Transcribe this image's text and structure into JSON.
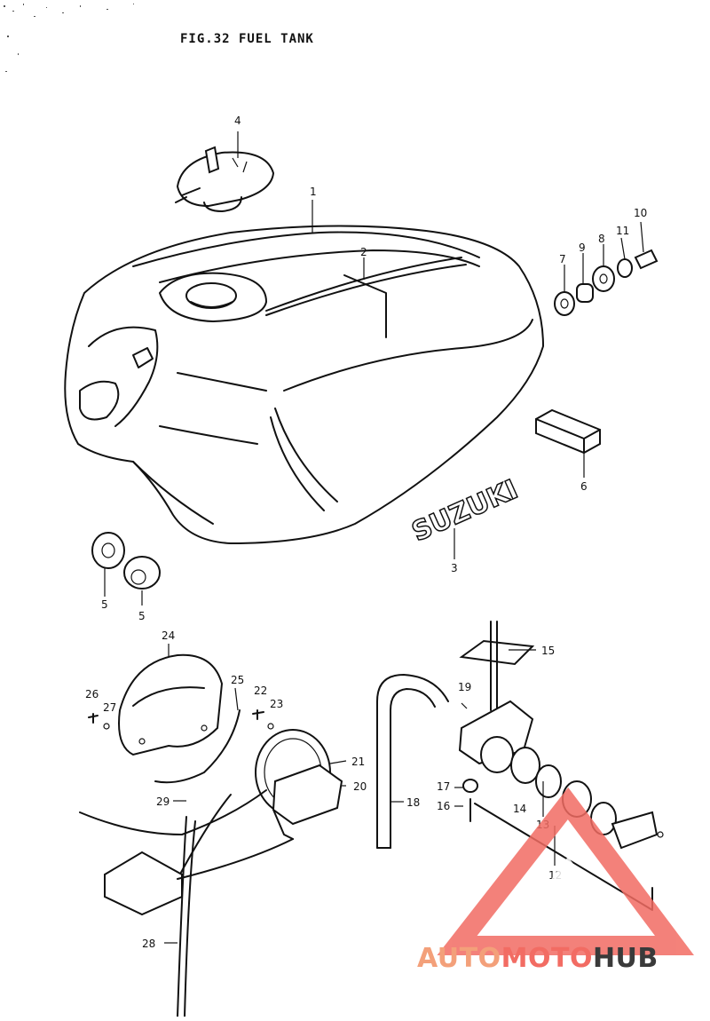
{
  "figure": {
    "title": "FIG.32 FUEL TANK"
  },
  "parts": [
    {
      "id": "p1",
      "label": "1"
    },
    {
      "id": "p2",
      "label": "2"
    },
    {
      "id": "p3",
      "label": "3"
    },
    {
      "id": "p4",
      "label": "4"
    },
    {
      "id": "p5a",
      "label": "5"
    },
    {
      "id": "p5b",
      "label": "5"
    },
    {
      "id": "p6",
      "label": "6"
    },
    {
      "id": "p7",
      "label": "7"
    },
    {
      "id": "p8",
      "label": "8"
    },
    {
      "id": "p9",
      "label": "9"
    },
    {
      "id": "p10",
      "label": "10"
    },
    {
      "id": "p11",
      "label": "11"
    },
    {
      "id": "p12",
      "label": "12"
    },
    {
      "id": "p13",
      "label": "13"
    },
    {
      "id": "p14",
      "label": "14"
    },
    {
      "id": "p15",
      "label": "15"
    },
    {
      "id": "p16",
      "label": "16"
    },
    {
      "id": "p17",
      "label": "17"
    },
    {
      "id": "p18",
      "label": "18"
    },
    {
      "id": "p19",
      "label": "19"
    },
    {
      "id": "p20",
      "label": "20"
    },
    {
      "id": "p21",
      "label": "21"
    },
    {
      "id": "p22",
      "label": "22"
    },
    {
      "id": "p23",
      "label": "23"
    },
    {
      "id": "p24",
      "label": "24"
    },
    {
      "id": "p25",
      "label": "25"
    },
    {
      "id": "p26",
      "label": "26"
    },
    {
      "id": "p27",
      "label": "27"
    },
    {
      "id": "p28",
      "label": "28"
    },
    {
      "id": "p29",
      "label": "29"
    }
  ],
  "emblem_text": "SUZUKI",
  "watermark": {
    "part1": "AUTO",
    "part2": "MOTO",
    "part3": "HUB",
    "color1": "#f3a07a",
    "color2": "#f26c63",
    "color3": "#3a3a3a"
  }
}
